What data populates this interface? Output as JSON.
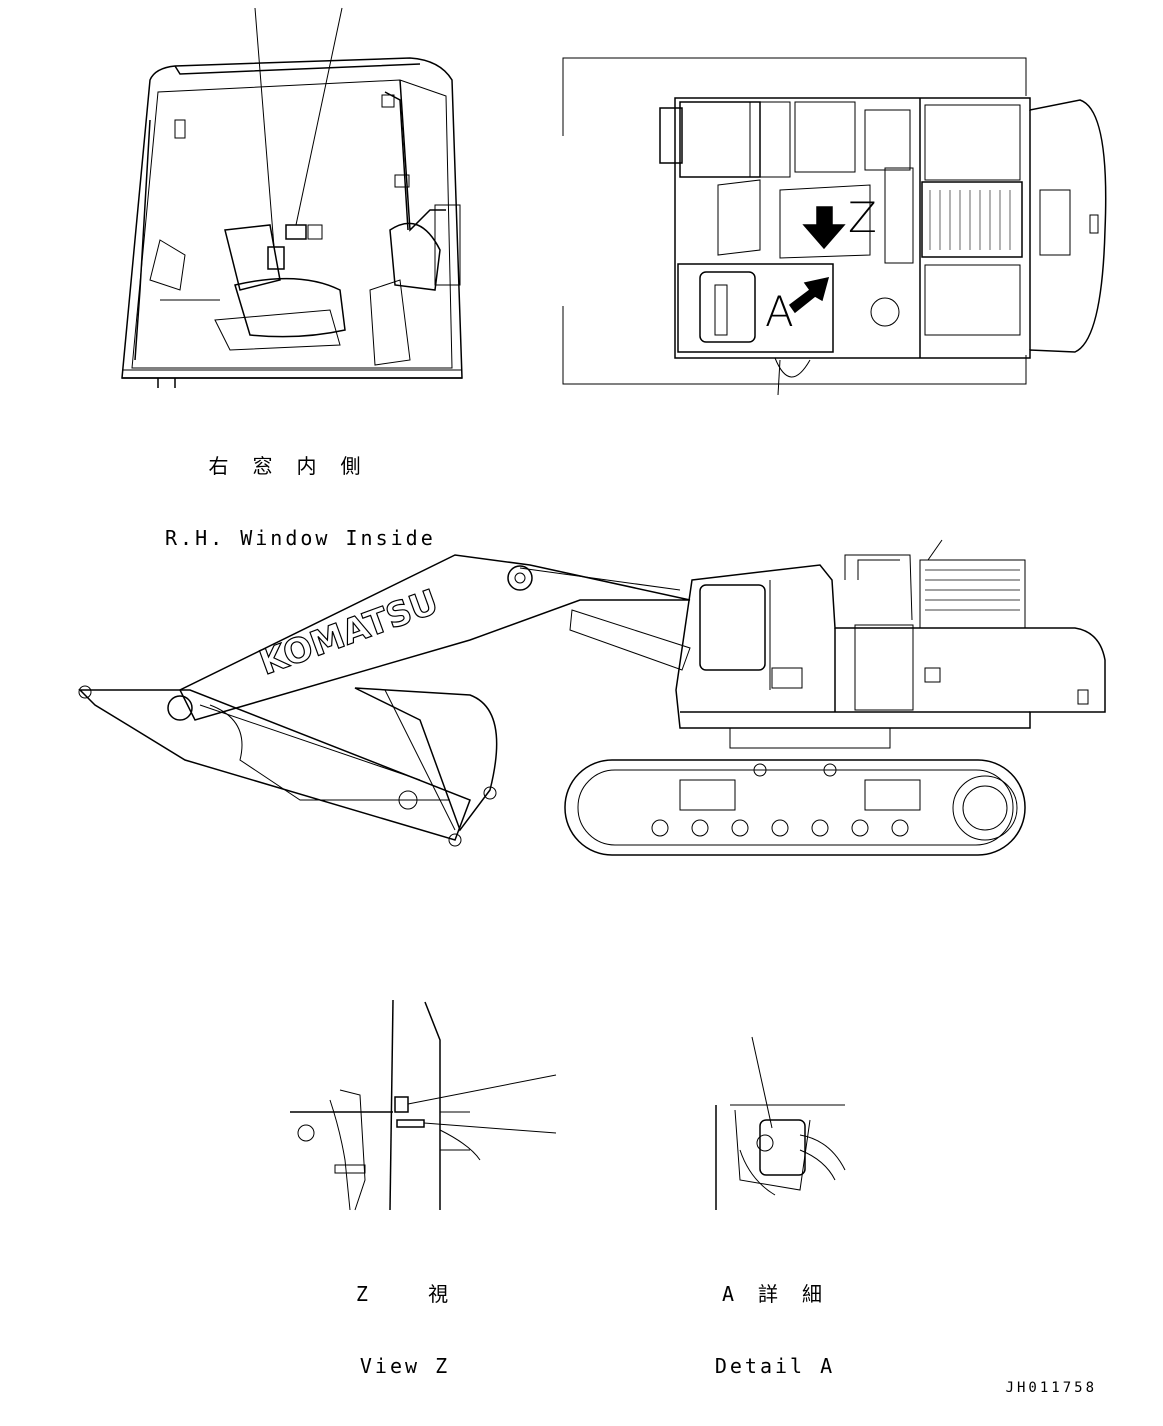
{
  "views": {
    "cab": {
      "caption_jp": "右 窓 内 側",
      "caption_en": "R.H. Window Inside"
    },
    "top": {
      "marker_z": "Z",
      "marker_a": "A"
    },
    "side": {
      "brand": "KOMATSU"
    },
    "view_z": {
      "caption_jp": "Z   視",
      "caption_en": "View Z"
    },
    "detail_a": {
      "caption_jp": "A 詳 細",
      "caption_en": "Detail A"
    }
  },
  "drawing_id": "JH011758",
  "colors": {
    "line": "#000000",
    "background": "#ffffff"
  }
}
